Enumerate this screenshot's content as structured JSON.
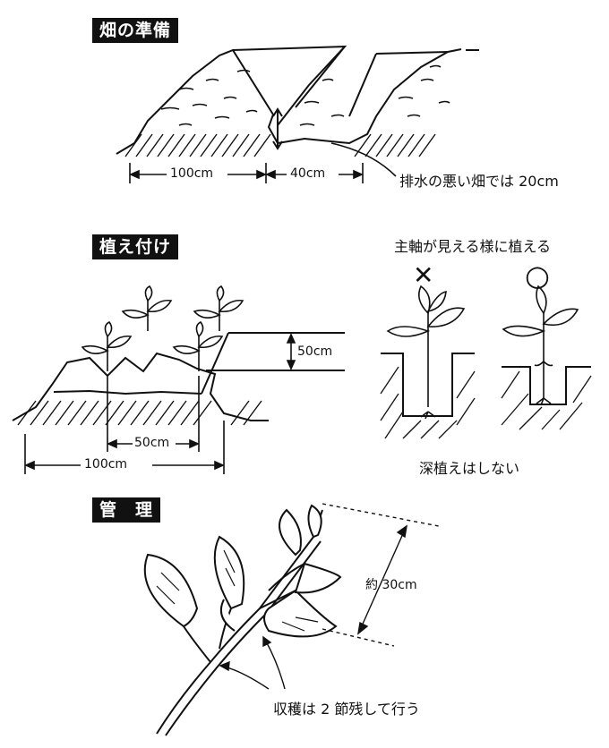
{
  "sections": [
    {
      "title": "畑の準備"
    },
    {
      "title": "植え付け"
    },
    {
      "title": "管　理"
    }
  ],
  "prep": {
    "width_ridge": "100cm",
    "width_furrow": "40cm",
    "note": "排水の悪い畑では 20cm"
  },
  "plant": {
    "height": "50cm",
    "spacing": "50cm",
    "width": "100cm",
    "main_title": "主軸が見える様に植える",
    "wrong_mark": "✕",
    "right_mark": "○",
    "caption": "深植えはしない"
  },
  "manage": {
    "length": "約 30cm",
    "harvest_note": "収穫は 2 節残して行う"
  }
}
